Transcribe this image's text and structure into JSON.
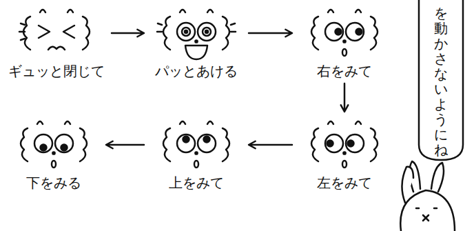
{
  "diagram": {
    "nodes": [
      {
        "text": [
          "ギュッと閉じて"
        ]
      },
      {
        "text": [
          "パッとあける"
        ]
      },
      {
        "text": [
          "右をみて"
        ]
      },
      {
        "text": [
          "左をみて"
        ]
      },
      {
        "text": [
          "上をみて"
        ]
      },
      {
        "text": [
          "下をみる"
        ]
      },
      {
        "text": [
          "を動かさないようにね"
        ]
      }
    ],
    "edges": [
      {
        "from": 0,
        "to": 1,
        "arrow": "to"
      },
      {
        "from": 1,
        "to": 2,
        "arrow": "to"
      },
      {
        "from": 2,
        "to": 3,
        "arrow": "to"
      },
      {
        "from": 3,
        "to": 4,
        "arrow": "to"
      },
      {
        "from": 4,
        "to": 5,
        "arrow": "to"
      }
    ]
  }
}
